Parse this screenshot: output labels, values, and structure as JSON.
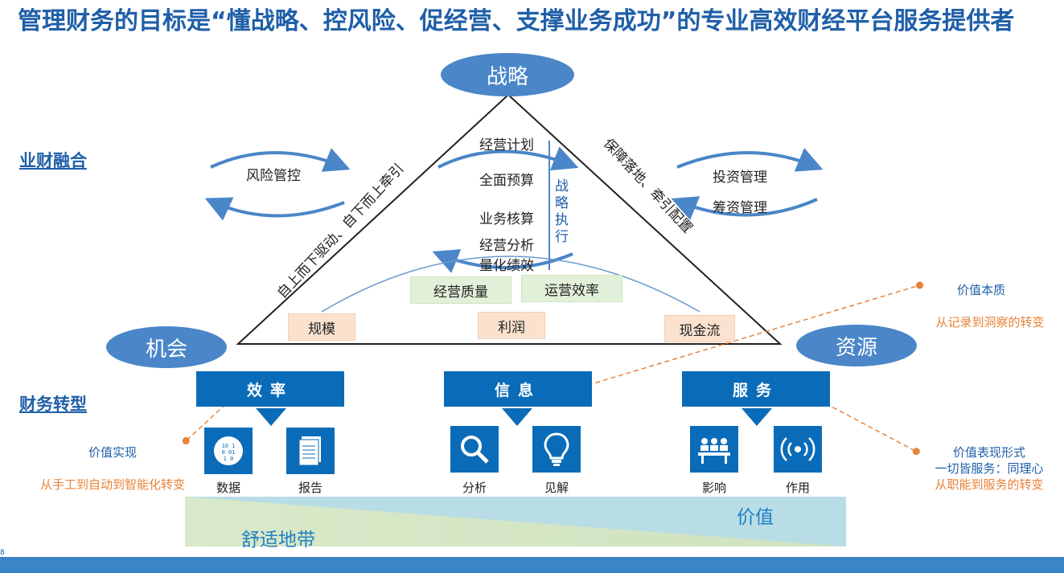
{
  "title": "管理财务的目标是“懂战略、控风险、促经营、支撑业务成功”的专业高效财经平台服务提供者",
  "sections": {
    "upper": "业财融合",
    "lower": "财务转型"
  },
  "nodes": {
    "top": "战略",
    "left": "机会",
    "right": "资源"
  },
  "triangle": {
    "left_side_text": "自上而下驱动、自下而上牵引",
    "right_side_text": "保障落地、牵引配置",
    "center_items": [
      "经营计划",
      "全面预算",
      "业务核算",
      "经营分析",
      "量化绩效"
    ],
    "vertical_text": "战略执行",
    "green_boxes": [
      "经营质量",
      "运营效率"
    ],
    "peach_boxes": [
      "规模",
      "利润",
      "现金流"
    ]
  },
  "left_cycle": "风险管控",
  "right_cycle": [
    "投资管理",
    "筹资管理"
  ],
  "pillars": [
    {
      "banner": "效率",
      "icons": [
        {
          "label": "数据",
          "icon": "data-chip-icon"
        },
        {
          "label": "报告",
          "icon": "report-icon"
        }
      ]
    },
    {
      "banner": "信息",
      "icons": [
        {
          "label": "分析",
          "icon": "magnifier-icon"
        },
        {
          "label": "见解",
          "icon": "lightbulb-icon"
        }
      ]
    },
    {
      "banner": "服务",
      "icons": [
        {
          "label": "影响",
          "icon": "meeting-icon"
        },
        {
          "label": "作用",
          "icon": "signal-icon"
        }
      ]
    }
  ],
  "annotations": {
    "left": {
      "title": "价值实现",
      "desc": "从手工到自动到智能化转变"
    },
    "right_top": {
      "title": "价值本质",
      "desc": "从记录到洞察的转变"
    },
    "right_bottom": {
      "title": "价值表现形式",
      "line2": "一切皆服务：同理心",
      "desc": "从职能到服务的转变"
    }
  },
  "band": {
    "left": "舒适地带",
    "right": "价值"
  },
  "page_number": "8",
  "colors": {
    "primary": "#0a6cb8",
    "title": "#1f5fa8",
    "ellipse": "#4a86c8",
    "orange": "#e8833a"
  }
}
